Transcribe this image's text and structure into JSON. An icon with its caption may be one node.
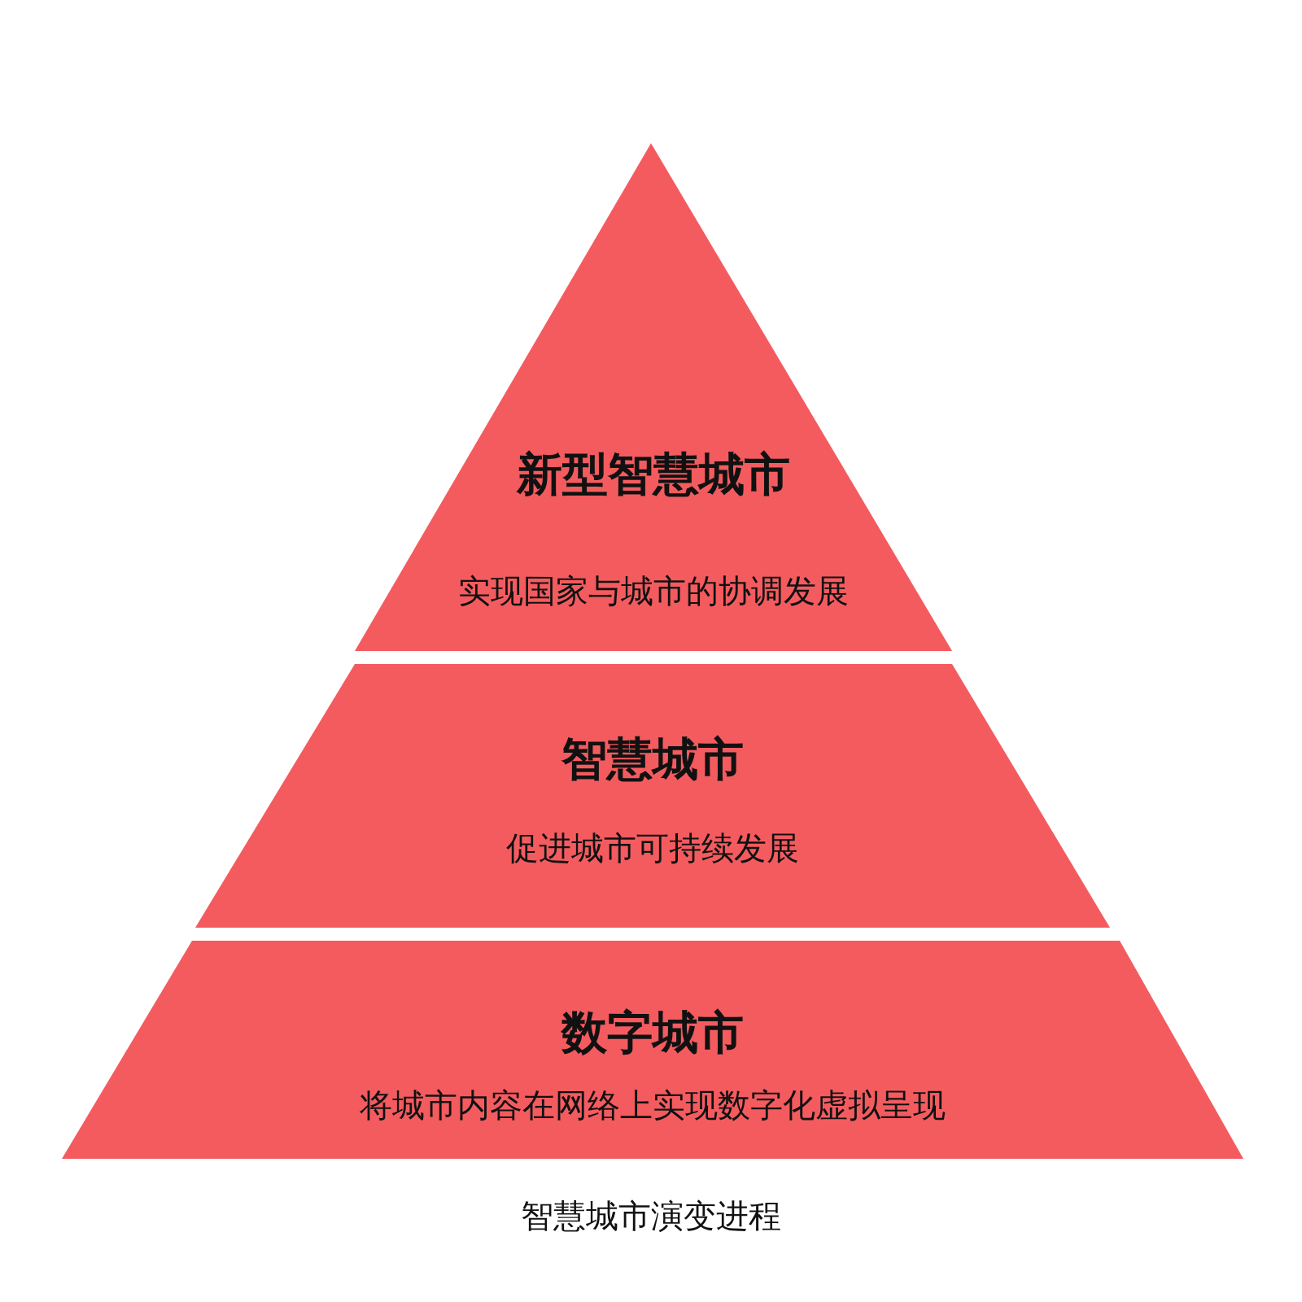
{
  "diagram": {
    "caption": "智慧城市演变进程",
    "nodes": [
      {
        "text": [
          "新型智慧城市",
          "实现国家与城市的协调发展"
        ]
      },
      {
        "text": [
          "智慧城市",
          "促进城市可持续发展"
        ]
      },
      {
        "text": [
          "数字城市",
          "将城市内容在网络上实现数字化虚拟呈现"
        ]
      }
    ]
  }
}
